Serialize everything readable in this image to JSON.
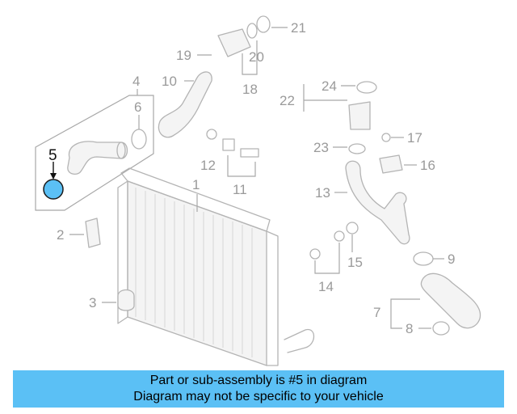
{
  "diagram": {
    "highlight_color": "#5bc0f5",
    "highlighted_part": "5",
    "callouts": {
      "c1": "1",
      "c2": "2",
      "c3": "3",
      "c4": "4",
      "c5": "5",
      "c6": "6",
      "c7": "7",
      "c8": "8",
      "c9": "9",
      "c10": "10",
      "c11": "11",
      "c12": "12",
      "c13": "13",
      "c14": "14",
      "c15": "15",
      "c16": "16",
      "c17": "17",
      "c18": "18",
      "c19": "19",
      "c20": "20",
      "c21": "21",
      "c22": "22",
      "c23": "23",
      "c24": "24"
    }
  },
  "banner": {
    "line1": "Part or sub-assembly is #5 in diagram",
    "line2": "Diagram may not be specific to your vehicle",
    "background": "#5bc0f5"
  }
}
